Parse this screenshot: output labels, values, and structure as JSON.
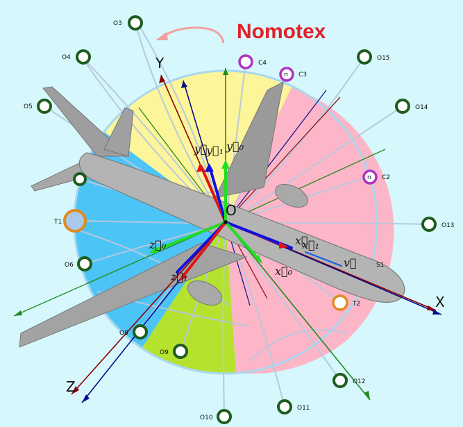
{
  "brand": {
    "name": "Nomotex",
    "color": "#e0202a"
  },
  "axes": {
    "x": "X",
    "y": "Y",
    "z": "Z",
    "origin": "O"
  },
  "vectors": {
    "y": "y⃗",
    "y1": "y⃗₁",
    "y0": "y⃗₀",
    "x": "x⃗",
    "x1": "x⃗₁",
    "x0": "x⃗₀",
    "z0": "z⃗₀",
    "z1": "z⃗₁",
    "v": "v⃗"
  },
  "nodes": {
    "o3": "O3",
    "o4": "O4",
    "o5": "O5",
    "o6": "O6",
    "o8": "O8",
    "o9": "O9",
    "o10": "O10",
    "o11": "O11",
    "o12": "O12",
    "o13": "O13",
    "o14": "O14",
    "o15": "O15",
    "c2": "C2",
    "c3": "C3",
    "c4": "C4",
    "t1": "T1",
    "t2": "T2",
    "s1": "S1"
  },
  "sector_colors": {
    "yellow": "#fdf59a",
    "pink": "#fdb6c8",
    "blue": "#4cc4f6",
    "green": "#b4e22e"
  },
  "node_colors": {
    "green": "#1f5c1f",
    "purple": "#b033c0",
    "orange": "#e08a1c"
  },
  "c_glyph": "п"
}
